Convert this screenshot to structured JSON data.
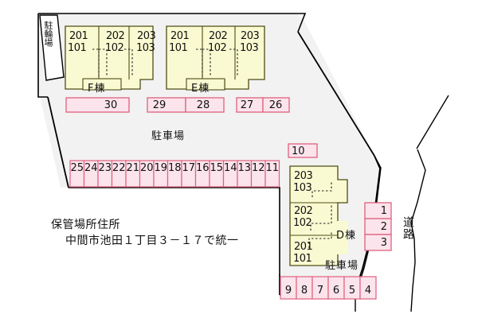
{
  "site": {
    "background_color": "#f2f2f2",
    "outline_color": "#000000",
    "building_fill": "#fafad2",
    "building_stroke": "#73731a",
    "stall_fill": "#fbe4ec",
    "stall_stroke": "#e0607e",
    "parking_area_label": "駐車場",
    "bicycle_parking_label": "駐輪場",
    "road_label": "道路"
  },
  "buildings": [
    {
      "id": "F",
      "name": "F棟",
      "orientation": "horizontal",
      "units": [
        {
          "upper": "201",
          "lower": "101"
        },
        {
          "upper": "202",
          "lower": "102"
        },
        {
          "upper": "203",
          "lower": "103"
        }
      ]
    },
    {
      "id": "E",
      "name": "E棟",
      "orientation": "horizontal",
      "units": [
        {
          "upper": "201",
          "lower": "101"
        },
        {
          "upper": "202",
          "lower": "102"
        },
        {
          "upper": "203",
          "lower": "103"
        }
      ]
    },
    {
      "id": "D",
      "name": "D棟",
      "orientation": "vertical",
      "units": [
        {
          "upper": "203",
          "lower": "103"
        },
        {
          "upper": "202",
          "lower": "102"
        },
        {
          "upper": "201",
          "lower": "101"
        }
      ]
    }
  ],
  "parking": {
    "row_top": [
      "30"
    ],
    "row_top_mid": [
      "29",
      "28"
    ],
    "row_top_right": [
      "27",
      "26"
    ],
    "row_main": [
      "25",
      "24",
      "23",
      "22",
      "21",
      "20",
      "19",
      "18",
      "17",
      "16",
      "15",
      "14",
      "13",
      "12",
      "11"
    ],
    "single_ten": [
      "10"
    ],
    "column_right": [
      "1",
      "2",
      "3"
    ],
    "row_bottom": [
      "9",
      "8",
      "7",
      "6",
      "5",
      "4"
    ],
    "label_main": "駐車場",
    "label_right": "駐車場"
  },
  "notes": {
    "address_title": "保管場所住所",
    "address_line": "中間市池田１丁目３－１７で統一"
  }
}
